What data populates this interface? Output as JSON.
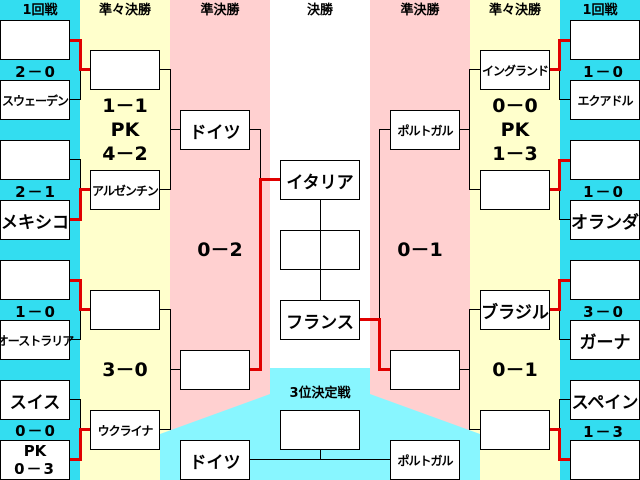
{
  "headers": {
    "r1_left": "1回戦",
    "qf_left": "準々決勝",
    "sf_left": "準決勝",
    "final": "決勝",
    "sf_right": "準決勝",
    "qf_right": "準々決勝",
    "r1_right": "1回戦"
  },
  "third_place_label": "3位決定戦",
  "left": {
    "r1": [
      {
        "team_a": "",
        "team_b": "スウェーデン",
        "score": "2－0"
      },
      {
        "team_a": "",
        "team_b": "メキシコ",
        "score": "2－1"
      },
      {
        "team_a": "",
        "team_b": "オーストラリア",
        "score": "1－0"
      },
      {
        "team_a": "スイス",
        "team_b": "",
        "score": "0－0",
        "pk_label": "PK",
        "pk_score": "0－3"
      }
    ],
    "qf": [
      {
        "team_a": "",
        "team_b": "アルゼンチン",
        "score": "1－1",
        "pk_label": "PK",
        "pk_score": "4－2"
      },
      {
        "team_a": "",
        "team_b": "ウクライナ",
        "score": "3－0"
      }
    ],
    "sf": {
      "team_a": "ドイツ",
      "team_b": "",
      "score": "0－2"
    }
  },
  "right": {
    "r1": [
      {
        "team_a": "",
        "team_b": "エクアドル",
        "score": "1－0"
      },
      {
        "team_a": "",
        "team_b": "オランダ",
        "score": "1－0"
      },
      {
        "team_a": "",
        "team_b": "ガーナ",
        "score": "3－0"
      },
      {
        "team_a": "スペイン",
        "team_b": "",
        "score": "1－3"
      }
    ],
    "qf": [
      {
        "team_a": "イングランド",
        "team_b": "",
        "score": "0－0",
        "pk_label": "PK",
        "pk_score": "1－3"
      },
      {
        "team_a": "ブラジル",
        "team_b": "",
        "score": "0－1"
      }
    ],
    "sf": {
      "team_a": "ポルトガル",
      "team_b": "",
      "score": "0－1"
    }
  },
  "final": {
    "champion": "イタリア",
    "slot_blank": "",
    "runner_up": "フランス"
  },
  "third_place": {
    "winner_slot": "",
    "team_left": "ドイツ",
    "team_right": "ポルトガル"
  },
  "colors": {
    "r1_bg": "#33ddf0",
    "qf_bg": "#ffffcc",
    "sf_bg": "#ffd0d0",
    "final_bg": "#ffffff",
    "third_bg": "#88f6ff",
    "winner_line": "#e00000",
    "loser_line": "#000000"
  }
}
